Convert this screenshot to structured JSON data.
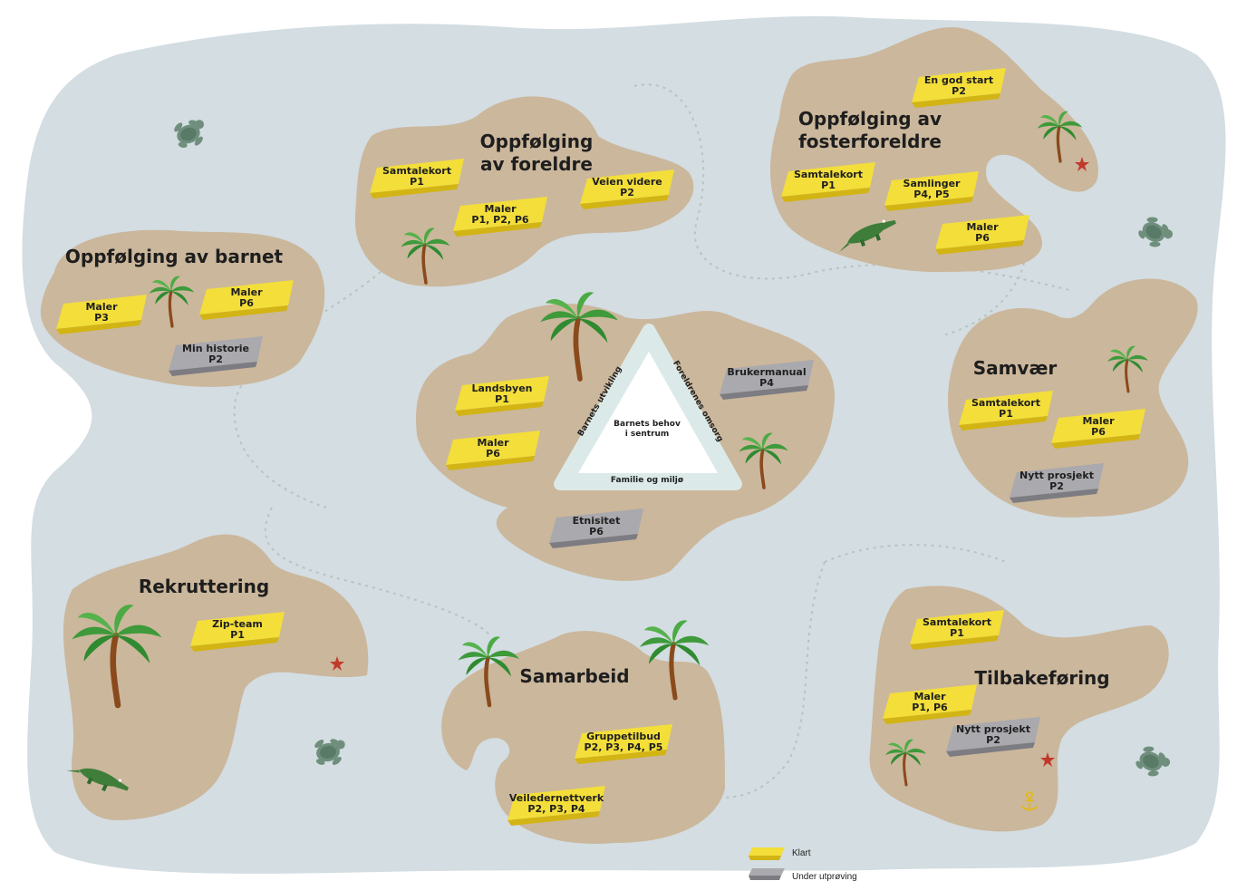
{
  "islands": [
    {
      "key": "barnet",
      "title_lines": [
        "Oppfølging av barnet"
      ]
    },
    {
      "key": "foreldre",
      "title_lines": [
        "Oppfølging",
        "av foreldre"
      ]
    },
    {
      "key": "foster",
      "title_lines": [
        "Oppfølging av",
        "fosterforeldre"
      ]
    },
    {
      "key": "samvaer",
      "title_lines": [
        "Samvær"
      ]
    },
    {
      "key": "rekruttering",
      "title_lines": [
        "Rekruttering"
      ]
    },
    {
      "key": "samarbeid",
      "title_lines": [
        "Samarbeid"
      ]
    },
    {
      "key": "tilbake",
      "title_lines": [
        "Tilbakeføring"
      ]
    }
  ],
  "bars": [
    {
      "id": "barnet-maler-p3",
      "status": "klart",
      "lines": [
        "Maler",
        "P3"
      ]
    },
    {
      "id": "barnet-maler-p6",
      "status": "klart",
      "lines": [
        "Maler",
        "P6"
      ]
    },
    {
      "id": "barnet-min-historie",
      "status": "utproving",
      "lines": [
        "Min historie",
        "P2"
      ]
    },
    {
      "id": "foreldre-samtalekort",
      "status": "klart",
      "lines": [
        "Samtalekort",
        "P1"
      ]
    },
    {
      "id": "foreldre-maler",
      "status": "klart",
      "lines": [
        "Maler",
        "P1, P2, P6"
      ]
    },
    {
      "id": "foreldre-veien-videre",
      "status": "klart",
      "lines": [
        "Veien videre",
        "P2"
      ]
    },
    {
      "id": "foster-god-start",
      "status": "klart",
      "lines": [
        "En god start",
        "P2"
      ]
    },
    {
      "id": "foster-samtalekort",
      "status": "klart",
      "lines": [
        "Samtalekort",
        "P1"
      ]
    },
    {
      "id": "foster-samlinger",
      "status": "klart",
      "lines": [
        "Samlinger",
        "P4, P5"
      ]
    },
    {
      "id": "foster-maler",
      "status": "klart",
      "lines": [
        "Maler",
        "P6"
      ]
    },
    {
      "id": "center-landsbyen",
      "status": "klart",
      "lines": [
        "Landsbyen",
        "P1"
      ]
    },
    {
      "id": "center-maler",
      "status": "klart",
      "lines": [
        "Maler",
        "P6"
      ]
    },
    {
      "id": "center-brukermanual",
      "status": "utproving",
      "lines": [
        "Brukermanual",
        "P4"
      ]
    },
    {
      "id": "center-etnisitet",
      "status": "utproving",
      "lines": [
        "Etnisitet",
        "P6"
      ]
    },
    {
      "id": "samvaer-samtalekort",
      "status": "klart",
      "lines": [
        "Samtalekort",
        "P1"
      ]
    },
    {
      "id": "samvaer-maler",
      "status": "klart",
      "lines": [
        "Maler",
        "P6"
      ]
    },
    {
      "id": "samvaer-nytt-prosjekt",
      "status": "utproving",
      "lines": [
        "Nytt prosjekt",
        "P2"
      ]
    },
    {
      "id": "rekruttering-zip",
      "status": "klart",
      "lines": [
        "Zip-team",
        "P1"
      ]
    },
    {
      "id": "samarbeid-gruppetilbud",
      "status": "klart",
      "lines": [
        "Gruppetilbud",
        "P2, P3, P4, P5"
      ]
    },
    {
      "id": "samarbeid-veiledernettverk",
      "status": "klart",
      "lines": [
        "Veiledernettverk",
        "P2, P3, P4"
      ]
    },
    {
      "id": "tilbake-samtalekort",
      "status": "klart",
      "lines": [
        "Samtalekort",
        "P1"
      ]
    },
    {
      "id": "tilbake-maler",
      "status": "klart",
      "lines": [
        "Maler",
        "P1, P6"
      ]
    },
    {
      "id": "tilbake-nytt-prosjekt",
      "status": "utproving",
      "lines": [
        "Nytt prosjekt",
        "P2"
      ]
    }
  ],
  "triangle": {
    "center_lines": [
      "Barnets behov",
      "i sentrum"
    ],
    "left_side": "Barnets utvikling",
    "right_side": "Foreldrenes omsorg",
    "bottom_side": "Familie og miljø"
  },
  "legend": {
    "klart": "Klart",
    "utproving": "Under utprøving"
  },
  "colors": {
    "sea": "#d3dde2",
    "sand": "#cbb79c",
    "gold_top": "#f3de3a",
    "gold_side": "#d2b415",
    "grey_top": "#a9a9ae",
    "grey_side": "#7c7c82",
    "palm_green": "#3e9a3a",
    "palm_trunk": "#8a4a1c",
    "triangle_outer": "#dbeae8",
    "path": "#b7c4bf",
    "star": "#c0392b",
    "anchor": "#e2b91d"
  },
  "icons": [
    "turtle-icon",
    "palm-tree-icon",
    "crocodile-icon",
    "starfish-icon",
    "anchor-icon",
    "gold-bar-icon",
    "grey-bar-icon"
  ]
}
